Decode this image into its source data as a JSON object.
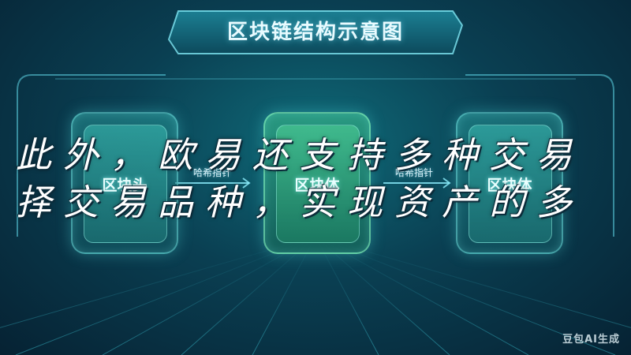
{
  "title": "区块链结构示意图",
  "blocks": [
    {
      "label": "区块头"
    },
    {
      "label": "区块体"
    },
    {
      "label": "区块体"
    }
  ],
  "pointers": [
    {
      "label": "哈希指针"
    },
    {
      "label": "哈希指针"
    }
  ],
  "overlay_text": {
    "line1": "此外，欧易还支持多种交易",
    "line2": "择交易品种，实现资产的多"
  },
  "watermark": "豆包AI生成",
  "colors": {
    "background": "#0a3f52",
    "accent": "#6fe0e0",
    "block_center": "#3cbf8c"
  }
}
